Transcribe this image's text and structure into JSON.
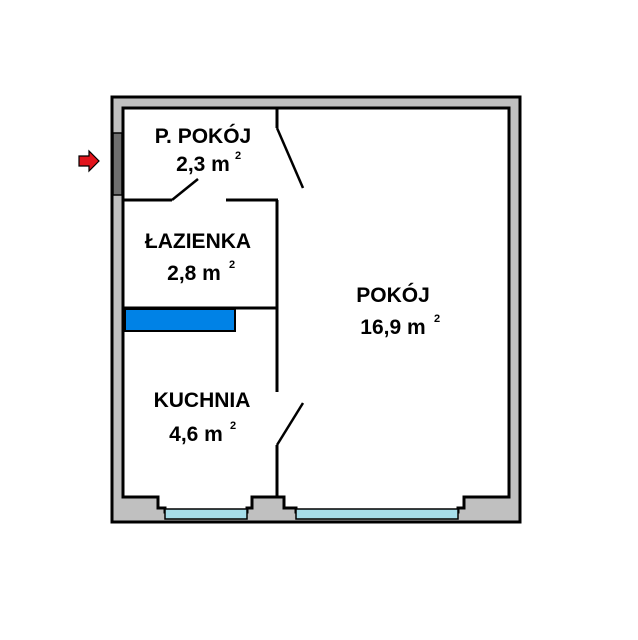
{
  "rooms": {
    "hallway": {
      "name": "P. POKÓJ",
      "area": "2,3 m",
      "unit_sup": "2"
    },
    "bathroom": {
      "name": "ŁAZIENKA",
      "area": "2,8 m",
      "unit_sup": "2"
    },
    "living_room": {
      "name": "POKÓJ",
      "area": "16,9 m",
      "unit_sup": "2"
    },
    "kitchen": {
      "name": "KUCHNIA",
      "area": "4,6 m",
      "unit_sup": "2"
    }
  },
  "colors": {
    "wall_fill": "#c0c0c0",
    "wall_stroke": "#000000",
    "window": "#a6dde9",
    "bath_fixture": "#0082e6",
    "entry_arrow": "#e2141c",
    "entry_door": "#6e6e6e"
  },
  "icons": {
    "entry": "entrance-arrow-icon"
  }
}
